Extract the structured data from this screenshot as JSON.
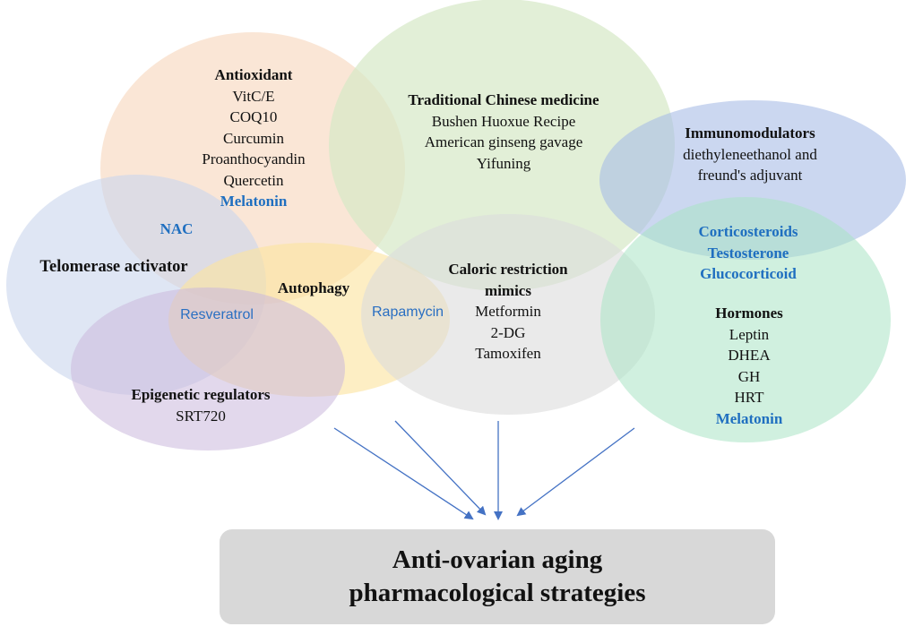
{
  "colors": {
    "highlight_text": "#1f6fc0",
    "arrow": "#4472c4",
    "antioxidant": "#f8dcc6",
    "tcm": "#d6e8c6",
    "immunomodulators": "#a9bde6",
    "telomerase": "#c9d6ec",
    "autophagy": "#fbe3a0",
    "caloric": "#dcdcdc",
    "hormones": "#a9e4c4",
    "epigenetic": "#cbb8dc",
    "target_box": "#d8d8d8"
  },
  "groups": {
    "antioxidant": {
      "title": "Antioxidant",
      "items": [
        "VitC/E",
        "COQ10",
        "Curcumin",
        "Proanthocyandin",
        "Quercetin"
      ],
      "highlight": "Melatonin"
    },
    "tcm": {
      "title": "Traditional Chinese medicine",
      "items": [
        "Bushen Huoxue Recipe",
        "American ginseng gavage",
        "Yifuning"
      ]
    },
    "immunomodulators": {
      "title": "Immunomodulators",
      "items": [
        "diethyleneethanol and",
        "freund's adjuvant"
      ]
    },
    "shared_immuno_hormones": [
      "Corticosteroids",
      "Testosterone",
      "Glucocorticoid"
    ],
    "telomerase": {
      "title": "Telomerase activator"
    },
    "shared_telomerase_antioxidant": "NAC",
    "autophagy": {
      "title": "Autophagy"
    },
    "shared_telomerase_autophagy_epigenetic": "Resveratrol",
    "shared_autophagy_caloric": "Rapamycin",
    "caloric": {
      "title_lines": [
        "Caloric restriction",
        "mimics"
      ],
      "items": [
        "Metformin",
        "2-DG",
        "Tamoxifen"
      ]
    },
    "hormones": {
      "title": "Hormones",
      "items": [
        "Leptin",
        "DHEA",
        "GH",
        "HRT"
      ],
      "highlight": "Melatonin"
    },
    "epigenetic": {
      "title": "Epigenetic regulators",
      "items": [
        "SRT720"
      ]
    }
  },
  "target": {
    "lines": [
      "Anti-ovarian aging",
      "pharmacological strategies"
    ]
  }
}
